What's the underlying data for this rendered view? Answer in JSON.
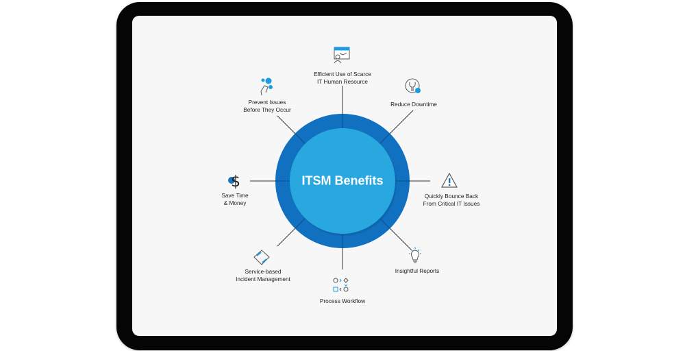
{
  "diagram": {
    "title": "ITSM Benefits",
    "colors": {
      "outer_ring": "#1170bf",
      "inner_circle": "#29a8e0",
      "connector": "#333333",
      "icon_accent": "#1d9be0",
      "icon_stroke": "#555555"
    },
    "benefits": [
      {
        "id": "efficient-use",
        "icon": "user-dashboard-icon",
        "line1": "Efficient Use of Scarce",
        "line2": "IT Human Resource"
      },
      {
        "id": "reduce-downtime",
        "icon": "wrench-gear-icon",
        "line1": "Reduce Downtime",
        "line2": ""
      },
      {
        "id": "quickly-bounce-back",
        "icon": "warning-triangle-icon",
        "line1": "Quickly Bounce Back",
        "line2": "From Critical IT Issues"
      },
      {
        "id": "insightful-reports",
        "icon": "lightbulb-icon",
        "line1": "Insightful Reports",
        "line2": ""
      },
      {
        "id": "process-workflow",
        "icon": "workflow-icon",
        "line1": "Process Workflow",
        "line2": ""
      },
      {
        "id": "service-based",
        "icon": "cycle-arrows-icon",
        "line1": "Service-based",
        "line2": "Incident Management"
      },
      {
        "id": "save-time",
        "icon": "dollar-icon",
        "line1": "Save Time",
        "line2": "& Money"
      },
      {
        "id": "prevent-issues",
        "icon": "hand-touch-icon",
        "line1": "Prevent Issues",
        "line2": "Before They Occur"
      }
    ]
  }
}
